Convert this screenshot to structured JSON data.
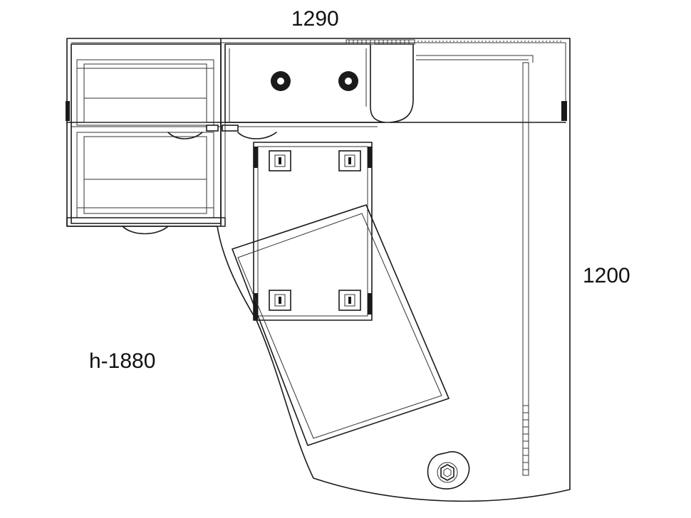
{
  "dimensions": {
    "width": "1290",
    "depth": "1200",
    "height": "h-1880"
  },
  "colors": {
    "line": "#1a1a1a",
    "background": "#ffffff"
  },
  "icons": {
    "handle": "drawer-handle-icon",
    "hinge": "hinge-icon",
    "cable_grommet": "cable-grommet-icon",
    "knob": "knob-icon"
  }
}
